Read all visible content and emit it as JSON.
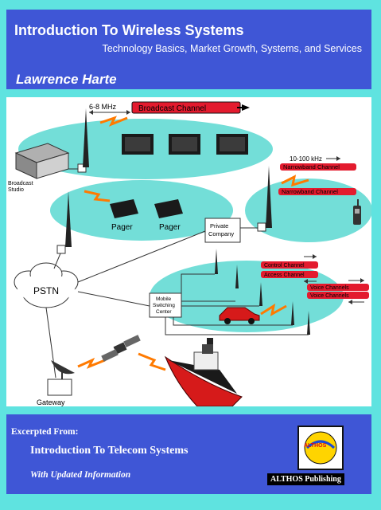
{
  "header": {
    "title": "Introduction To Wireless Systems",
    "subtitle": "Technology Basics, Market Growth, Systems, and Services",
    "author": "Lawrence Harte"
  },
  "illustration": {
    "freq_broadcast": "6-8 MHz",
    "broadcast_channel": "Broadcast Channel",
    "broadcast_studio_1": "Broadcast",
    "broadcast_studio_2": "Studio",
    "freq_narrowband": "10-100 kHz",
    "narrowband_channel_1": "Narrowband Channel",
    "narrowband_channel_2": "Narrowband Channel",
    "pager_1": "Pager",
    "pager_2": "Pager",
    "private_company_1": "Private",
    "private_company_2": "Company",
    "pstn": "PSTN",
    "control_channel": "Control Channel",
    "access_channel": "Access Channel",
    "voice_channel_1": "Voice Channels",
    "voice_channel_2": "Voice Channels",
    "msc_1": "Mobile",
    "msc_2": "Switching",
    "msc_3": "Center",
    "gateway": "Gateway"
  },
  "footer": {
    "excerpted_from": "Excerpted From:",
    "book_title": "Introduction To Telecom Systems",
    "updated": "With Updated Information",
    "logo_text": "ALTHOS",
    "publisher": "ALTHOS Publishing"
  },
  "colors": {
    "panel": "#3f56d6",
    "background": "#5fe3e0",
    "channel_red": "#e31b2e",
    "bolt_orange": "#ff7a00"
  }
}
